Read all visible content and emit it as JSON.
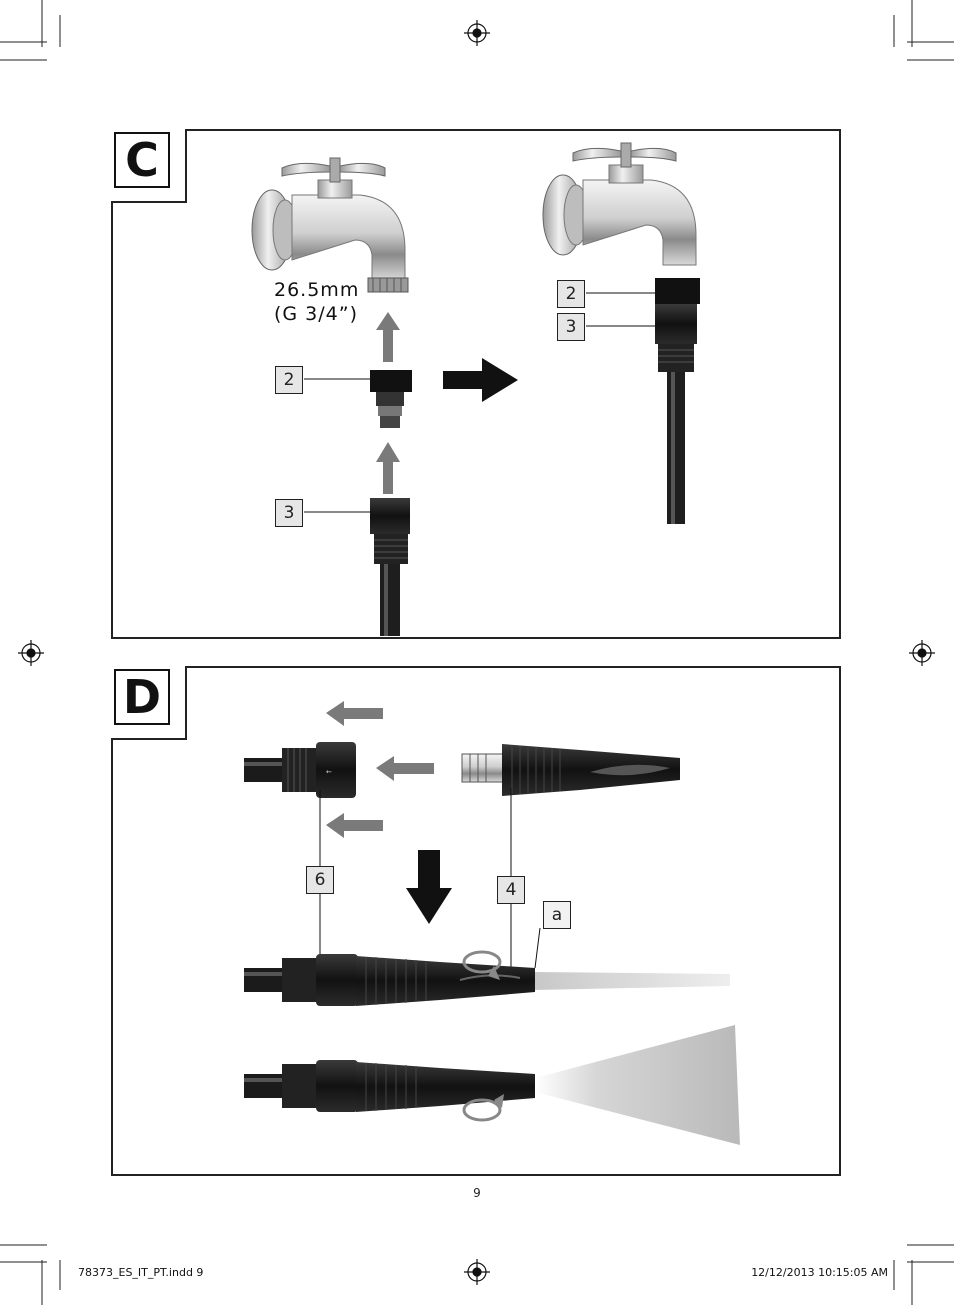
{
  "panel_c": {
    "letter": "C",
    "thread_size": "26.5mm",
    "thread_spec": "(G 3/4”)",
    "label_2_left": "2",
    "label_3_left": "3",
    "label_2_right": "2",
    "label_3_right": "3"
  },
  "panel_d": {
    "letter": "D",
    "label_6": "6",
    "label_4": "4",
    "label_a": "a"
  },
  "page_number": "9",
  "footer": {
    "file": "78373_ES_IT_PT.indd   9",
    "datetime": "12/12/2013   10:15:05 AM"
  }
}
